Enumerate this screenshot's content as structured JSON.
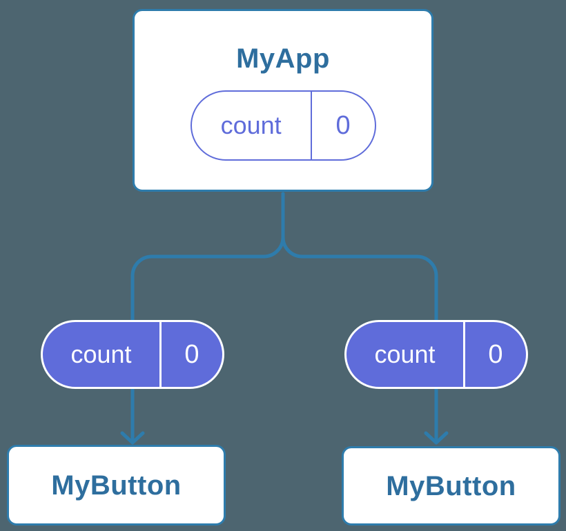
{
  "colors": {
    "background": "#4D6570",
    "box_fill": "#FFFFFF",
    "border_blue": "#2E7CAC",
    "text_blue": "#2E6E9E",
    "purple": "#5F6CDA"
  },
  "tree": {
    "root": {
      "title": "MyApp",
      "state": {
        "name": "count",
        "value": "0"
      }
    },
    "children": [
      {
        "title": "MyButton",
        "state": {
          "name": "count",
          "value": "0"
        }
      },
      {
        "title": "MyButton",
        "state": {
          "name": "count",
          "value": "0"
        }
      }
    ]
  }
}
